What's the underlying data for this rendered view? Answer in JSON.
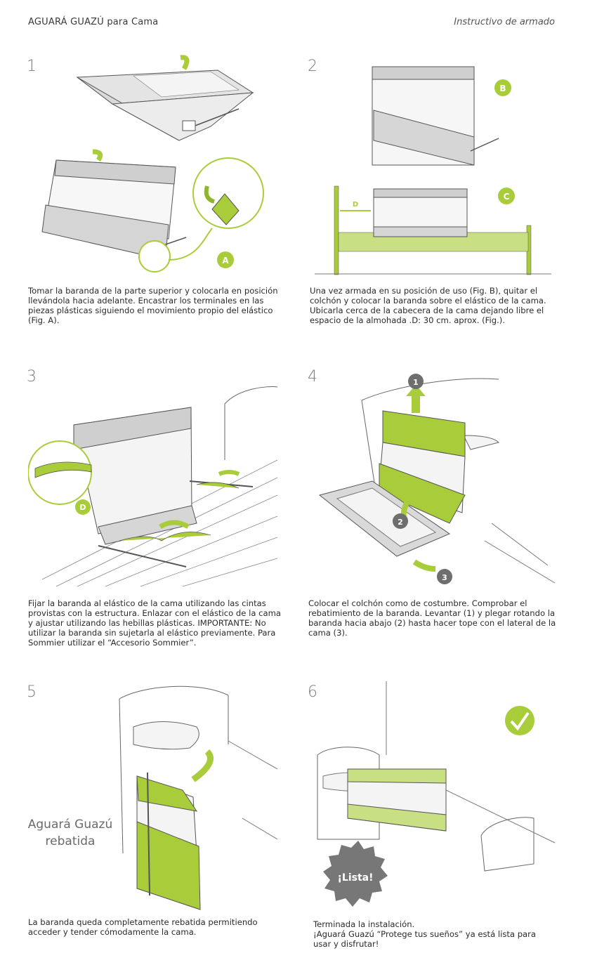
{
  "header": {
    "brand_bold": "AGUARÁ GUAZÚ",
    "brand_rest": " para Cama",
    "doc_type": "Instructivo de armado"
  },
  "colors": {
    "accent_green": "#a9cd3a",
    "grey_panel": "#d8d8d8",
    "badge_grey": "#6e6e6e"
  },
  "steps": [
    {
      "number": "1",
      "figure_labels": [
        "A"
      ],
      "text": "Tomar la baranda de la parte superior y colocarla en posición llevándola hacia adelante. Encastrar los terminales en las piezas plásticas siguiendo el movimiento propio del elástico (Fig. A)."
    },
    {
      "number": "2",
      "figure_labels": [
        "B",
        "C",
        "D"
      ],
      "text": "Una vez armada en su posición de uso (Fig. B), quitar el colchón y colocar la baranda sobre el elástico de la cama. Ubicarla cerca de la cabecera de la cama dejando libre el espacio de la almohada .D: 30 cm. aprox. (Fig.)."
    },
    {
      "number": "3",
      "figure_labels": [
        "D"
      ],
      "text": "Fijar la baranda al elástico de la cama utilizando las cintas provistas con la estructura. Enlazar con el elástico de la cama y ajustar utilizando las hebillas plásticas. IMPORTANTE: No utilizar la baranda sin sujetarla al elástico previamente. Para Sommier utilizar el “Accesorio Sommier”."
    },
    {
      "number": "4",
      "figure_labels": [
        "1",
        "2",
        "3"
      ],
      "text": "Colocar el colchón como de costumbre. Comprobar el rebatimiento de la baranda. Levantar (1) y plegar rotando la baranda hacia abajo (2) hasta  hacer tope con el lateral de la cama (3)."
    },
    {
      "number": "5",
      "overlay_line1": "Aguará Guazú",
      "overlay_line2": "rebatida",
      "text": "La baranda queda completamente rebatida permitiendo acceder y tender cómodamente la cama."
    },
    {
      "number": "6",
      "badge": "¡Lista!",
      "text_line1": "Terminada la instalación.",
      "text_line2": "¡Aguará Guazú  “Protege tus sueños” ya está lista para usar y disfrutar!"
    }
  ]
}
